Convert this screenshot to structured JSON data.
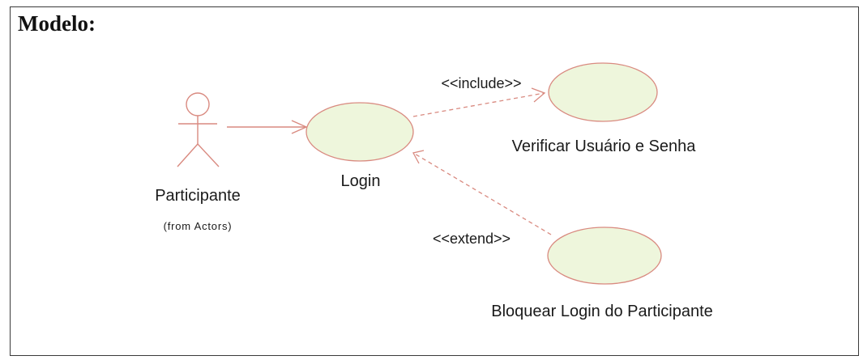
{
  "title": "Modelo:",
  "actor": {
    "name": "Participante",
    "package": "(from Actors)"
  },
  "use_cases": {
    "login": "Login",
    "verify": "Verificar Usuário e Senha",
    "block": "Bloquear Login do Participante"
  },
  "stereotypes": {
    "include": "<<include>>",
    "extend": "<<extend>>"
  },
  "colors": {
    "ellipse_fill": "#eef6dc",
    "line": "#d98a80",
    "frame": "#3a3a3a"
  }
}
